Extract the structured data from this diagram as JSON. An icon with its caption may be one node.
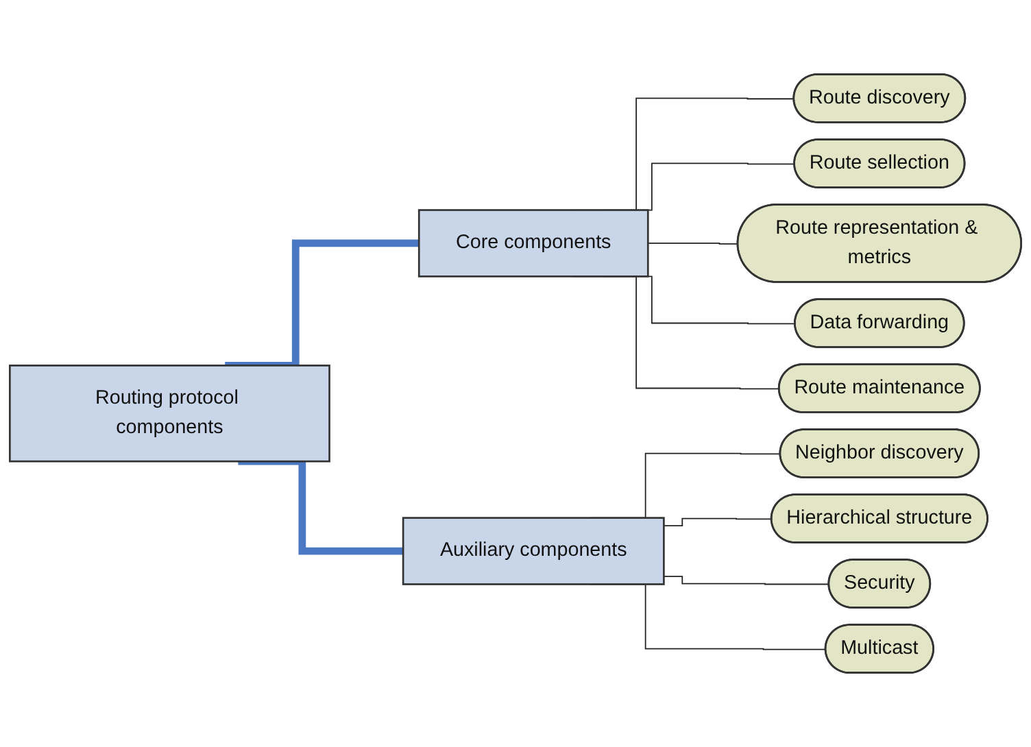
{
  "diagram": {
    "nodes": [
      {
        "text": [
          "Routing protocol components"
        ]
      },
      {
        "text": [
          "Core components"
        ]
      },
      {
        "text": [
          "Auxiliary components"
        ]
      },
      {
        "text": [
          "Route discovery"
        ]
      },
      {
        "text": [
          "Route sellection"
        ]
      },
      {
        "text": [
          "Route representation & metrics"
        ]
      },
      {
        "text": [
          "Data forwarding"
        ]
      },
      {
        "text": [
          "Route maintenance"
        ]
      },
      {
        "text": [
          "Neighbor discovery"
        ]
      },
      {
        "text": [
          "Hierarchical structure"
        ]
      },
      {
        "text": [
          "Security"
        ]
      },
      {
        "text": [
          "Multicast"
        ]
      }
    ],
    "edges": [
      {
        "from": 0,
        "to": 1,
        "arrow": "none",
        "style": "thick",
        "color": "#4a78c2"
      },
      {
        "from": 0,
        "to": 2,
        "arrow": "none",
        "style": "thick",
        "color": "#4a78c2"
      },
      {
        "from": 1,
        "to": 3,
        "arrow": "none"
      },
      {
        "from": 1,
        "to": 4,
        "arrow": "none"
      },
      {
        "from": 1,
        "to": 5,
        "arrow": "none"
      },
      {
        "from": 1,
        "to": 6,
        "arrow": "none"
      },
      {
        "from": 1,
        "to": 7,
        "arrow": "none"
      },
      {
        "from": 2,
        "to": 8,
        "arrow": "none"
      },
      {
        "from": 2,
        "to": 9,
        "arrow": "none"
      },
      {
        "from": 2,
        "to": 10,
        "arrow": "none"
      },
      {
        "from": 2,
        "to": 11,
        "arrow": "none"
      }
    ]
  }
}
